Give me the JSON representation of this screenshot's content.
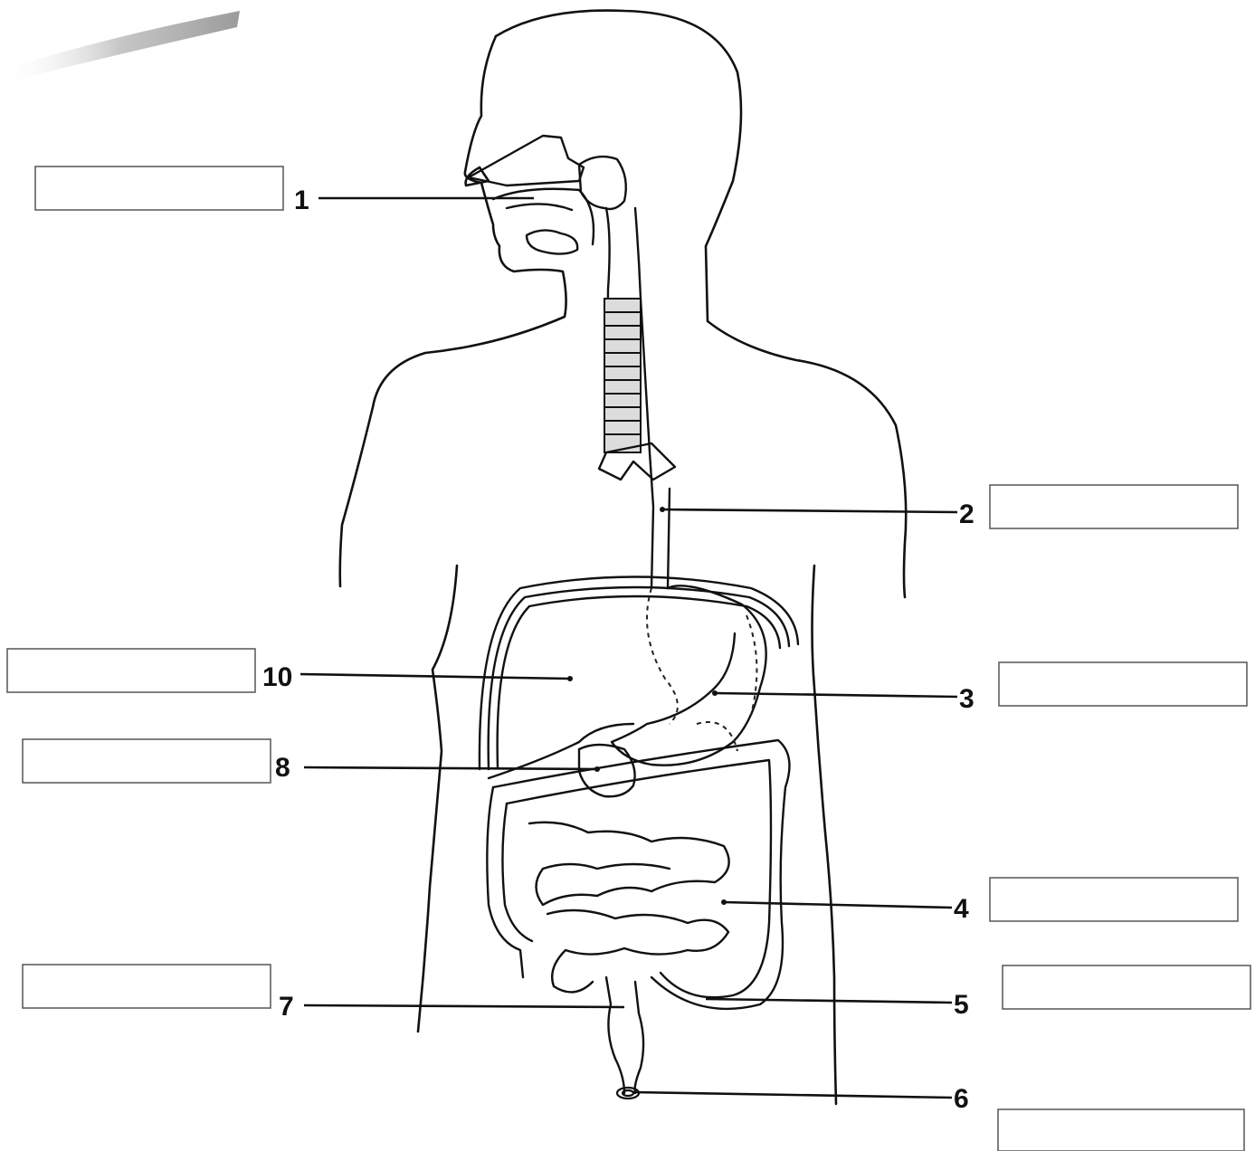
{
  "labels": [
    {
      "id": "1",
      "text": "1"
    },
    {
      "id": "2",
      "text": "2"
    },
    {
      "id": "3",
      "text": "3"
    },
    {
      "id": "4",
      "text": "4"
    },
    {
      "id": "5",
      "text": "5"
    },
    {
      "id": "6",
      "text": "6"
    },
    {
      "id": "7",
      "text": "7"
    },
    {
      "id": "8",
      "text": "8"
    },
    {
      "id": "10",
      "text": "10"
    }
  ],
  "answer_boxes": [
    {
      "for": "1",
      "value": ""
    },
    {
      "for": "2",
      "value": ""
    },
    {
      "for": "3",
      "value": ""
    },
    {
      "for": "4",
      "value": ""
    },
    {
      "for": "5",
      "value": ""
    },
    {
      "for": "6",
      "value": ""
    },
    {
      "for": "7",
      "value": ""
    },
    {
      "for": "8",
      "value": ""
    },
    {
      "for": "10",
      "value": ""
    }
  ]
}
